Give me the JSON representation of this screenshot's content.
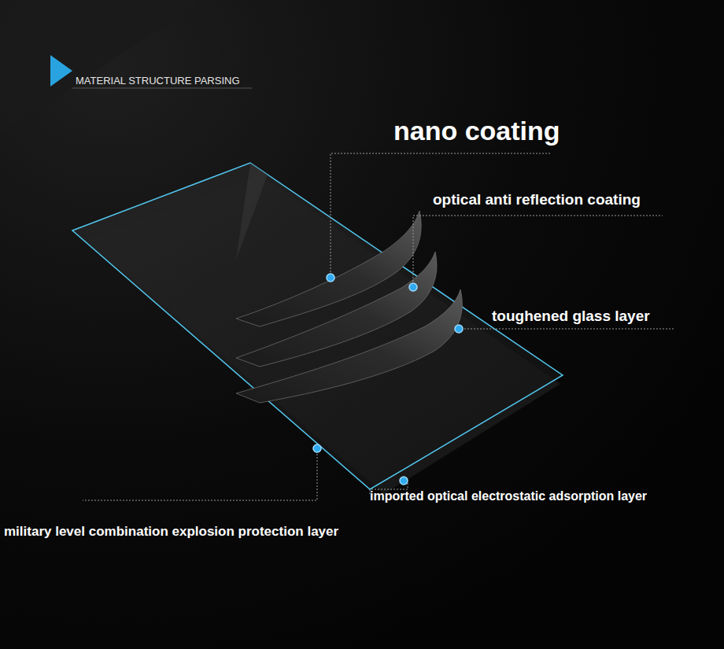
{
  "diagram": {
    "title": "MATERIAL STRUCTURE PARSING",
    "labels": [
      "nano coating",
      "optical anti reflection coating",
      "toughened glass layer",
      "imported optical electrostatic adsorption layer",
      "military level combination explosion protection layer"
    ]
  }
}
